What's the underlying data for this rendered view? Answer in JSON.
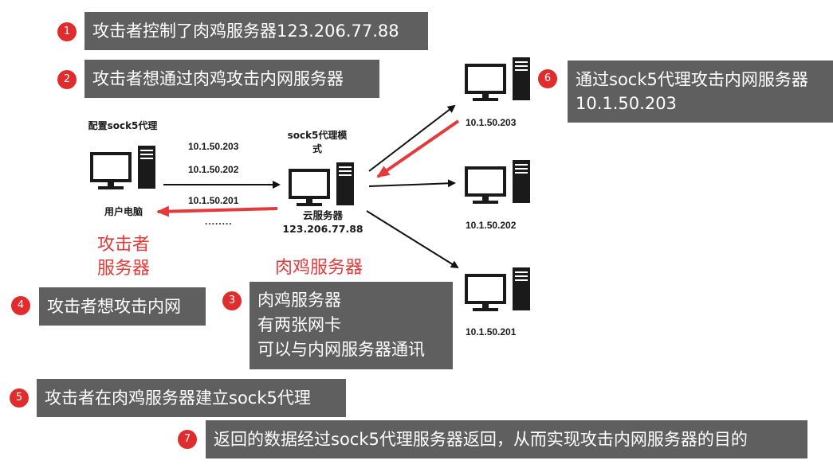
{
  "steps": [
    {
      "num": "1",
      "text": "攻击者控制了肉鸡服务器123.206.77.88"
    },
    {
      "num": "2",
      "text": "攻击者想通过肉鸡攻击内网服务器"
    },
    {
      "num": "3",
      "text": "肉鸡服务器\n有两张网卡\n可以与内网服务器通讯"
    },
    {
      "num": "4",
      "text": "攻击者想攻击内网"
    },
    {
      "num": "5",
      "text": "攻击者在肉鸡服务器建立sock5代理"
    },
    {
      "num": "6",
      "text": "通过sock5代理攻击内网服务器\n10.1.50.203"
    },
    {
      "num": "7",
      "text": "返回的数据经过sock5代理服务器返回，从而实现攻击内网服务器的目的"
    }
  ],
  "attacker": {
    "top_label": "配置sock5代理",
    "bottom_label": "用户电脑",
    "role_label": "攻击者\n服务器"
  },
  "proxy": {
    "top_label": "sock5代理模\n式",
    "bottom_label": "云服务器\n123.206.77.88",
    "role_label": "肉鸡服务器"
  },
  "link_ips": [
    "10.1.50.203",
    "10.1.50.202",
    "10.1.50.201",
    "........"
  ],
  "targets": [
    {
      "ip": "10.1.50.203"
    },
    {
      "ip": "10.1.50.202"
    },
    {
      "ip": "10.1.50.201"
    }
  ],
  "colors": {
    "callout_bg": "#5f5f5f",
    "badge": "#e02c2c",
    "accent_red": "#e63a3a",
    "arrow": "#111111"
  }
}
